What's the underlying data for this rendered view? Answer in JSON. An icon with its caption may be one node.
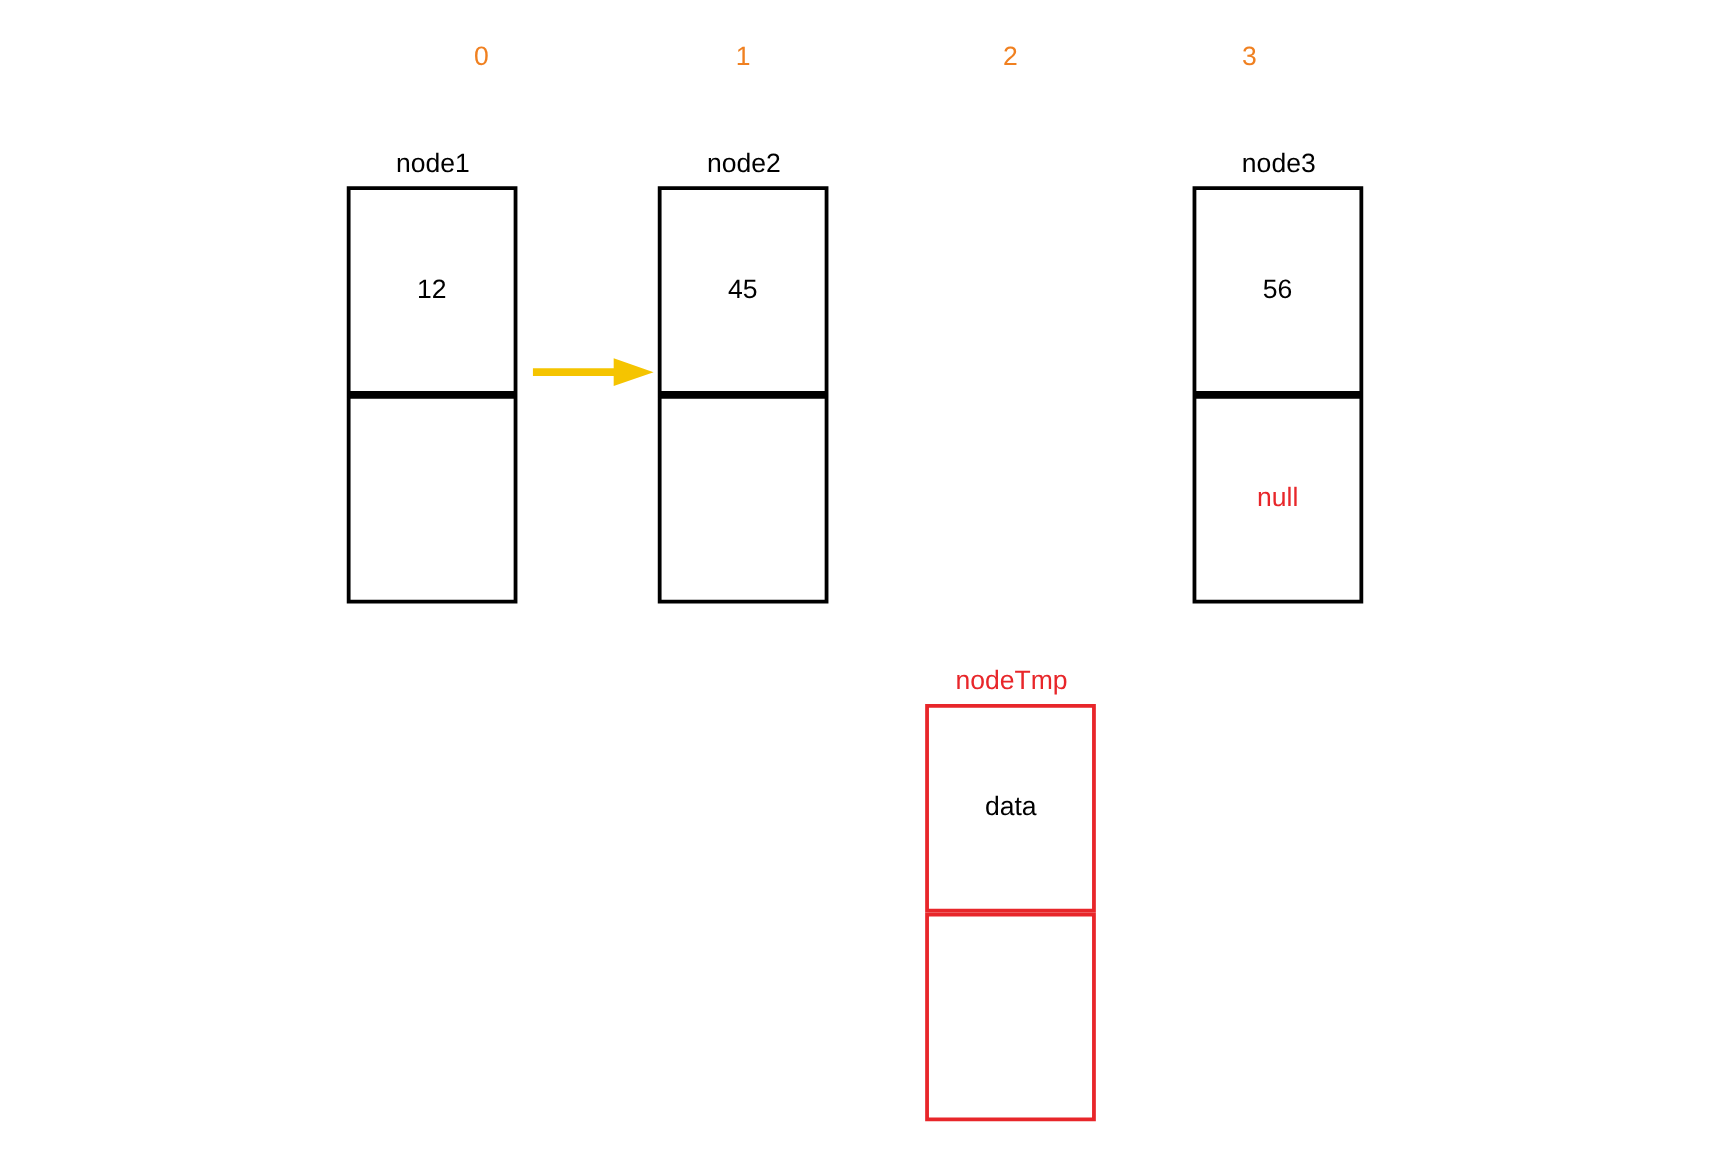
{
  "diagram": {
    "nodes": [
      {
        "text": [
          "node1",
          "12"
        ]
      },
      {
        "text": [
          "node2",
          "45"
        ]
      },
      {
        "text": [
          "node3",
          "56",
          "null"
        ]
      },
      {
        "text": [
          "nodeTmp",
          "data"
        ]
      }
    ],
    "edges": [
      {
        "from": 0,
        "to": 1,
        "arrow": "to",
        "color": "#f5c400"
      }
    ],
    "labels": [
      "0",
      "1",
      "2",
      "3"
    ]
  }
}
